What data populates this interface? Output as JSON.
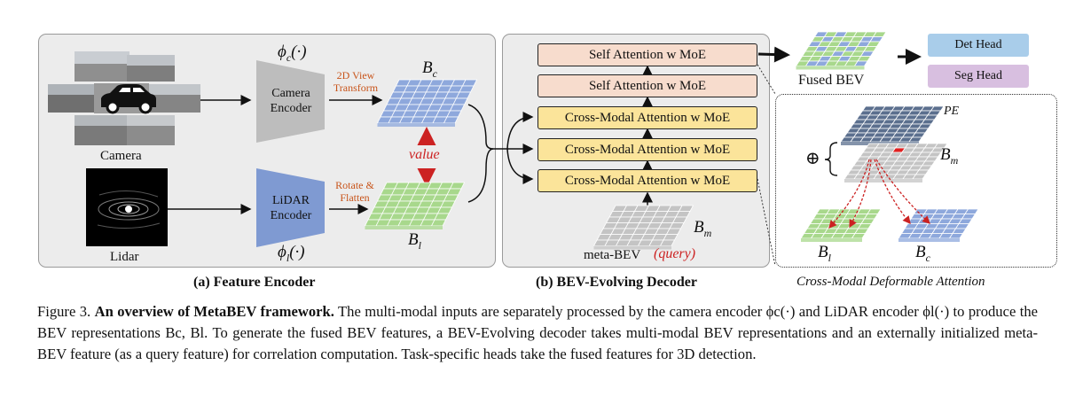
{
  "feature_encoder": {
    "title": "(a) Feature Encoder",
    "camera_label": "Camera",
    "lidar_label": "Lidar",
    "camera_encoder": "Camera Encoder",
    "lidar_encoder": "LiDAR Encoder",
    "phi_c": "ϕc(·)",
    "phi_l": "ϕl(·)",
    "view_transform": "2D View Transform",
    "rotate_flatten": "Rotate & Flatten",
    "bc": "Bc",
    "bl": "Bl",
    "value": "value"
  },
  "decoder": {
    "title": "(b) BEV-Evolving Decoder",
    "layers": [
      {
        "label": "Self Attention w MoE",
        "kind": "self"
      },
      {
        "label": "Self Attention w MoE",
        "kind": "self"
      },
      {
        "label": "Cross-Modal Attention w MoE",
        "kind": "cross"
      },
      {
        "label": "Cross-Modal Attention w MoE",
        "kind": "cross"
      },
      {
        "label": "Cross-Modal Attention w MoE",
        "kind": "cross"
      }
    ],
    "bm": "Bm",
    "meta_bev": "meta-BEV",
    "query": "(query)"
  },
  "output": {
    "fused_bev": "Fused BEV",
    "det_head": "Det Head",
    "seg_head": "Seg Head"
  },
  "deformable": {
    "title": "Cross-Modal Deformable Attention",
    "pe": "PE",
    "oplus": "⊕",
    "bm": "Bm",
    "bl": "Bl",
    "bc": "Bc"
  },
  "caption": {
    "fig": "Figure 3.",
    "bold": "An overview of MetaBEV framework.",
    "text": "The multi-modal inputs are separately processed by the camera encoder ϕc(·) and LiDAR encoder ϕl(·) to produce the BEV representations Bc, Bl. To generate the fused BEV features, a BEV-Evolving decoder takes multi-modal BEV representations and an externally initialized meta-BEV feature (as a query feature) for correlation computation. Task-specific heads take the fused features for 3D detection."
  },
  "colors": {
    "camera_bev": "#8ea8dc",
    "lidar_bev": "#a8d88c",
    "meta_bev": "#c4c4c4",
    "pe": "#5b6f8e",
    "encoder_camera": "#bdbdbd",
    "encoder_lidar": "#7f9ad2",
    "self_attn": "#f7dccd",
    "cross_attn": "#fbe49a",
    "det_head": "#a9cdea",
    "seg_head": "#d8bfe0",
    "accent_red": "#cc2222"
  }
}
